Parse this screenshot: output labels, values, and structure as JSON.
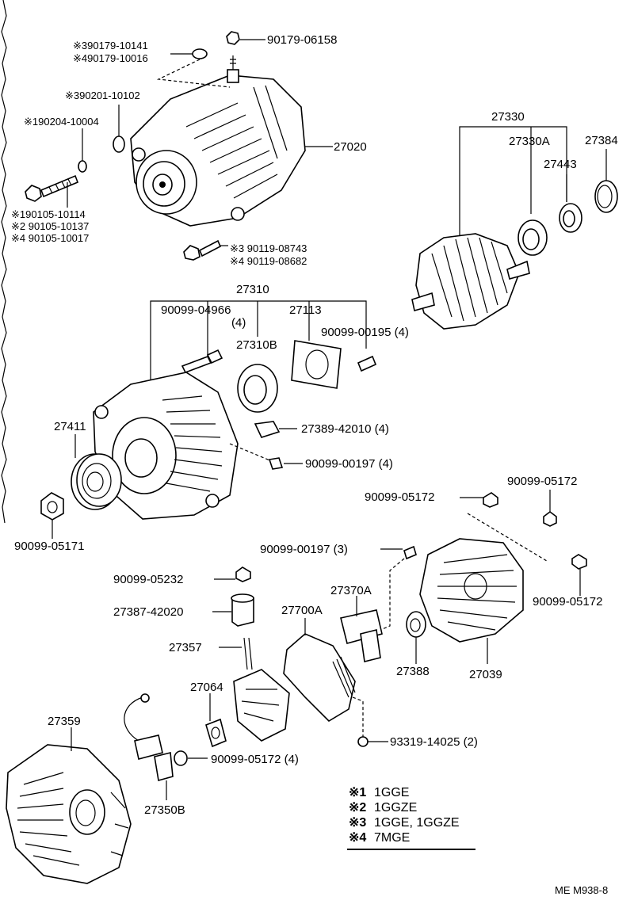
{
  "labels": {
    "p90179_06158": "90179-06158",
    "p90179_10141": "※390179-10141",
    "p90179_10016": "※490179-10016",
    "p90201_10102": "※390201-10102",
    "p90204_10004": "※190204-10004",
    "p27020": "27020",
    "p90105_10114": "※190105-10114",
    "p90105_10137": "※2 90105-10137",
    "p90105_10017": "※4 90105-10017",
    "p90119_08743": "※3 90119-08743",
    "p90119_08682": "※4 90119-08682",
    "p27330": "27330",
    "p27330A": "27330A",
    "p27384": "27384",
    "p27443": "27443",
    "p27310": "27310",
    "p90099_04966": "90099-04966",
    "p90099_04966_qty": "(4)",
    "p27113": "27113",
    "p90099_00195": "90099-00195 (4)",
    "p27310B": "27310B",
    "p27411": "27411",
    "p27389_42010": "27389-42010 (4)",
    "p90099_00197_4": "90099-00197 (4)",
    "p90099_05171": "90099-05171",
    "p90099_05172_a": "90099-05172",
    "p90099_05172_b": "90099-05172",
    "p90099_05172_c": "90099-05172",
    "p90099_00197_3": "90099-00197 (3)",
    "p90099_05232": "90099-05232",
    "p27387_42020": "27387-42020",
    "p27370A": "27370A",
    "p27700A": "27700A",
    "p27357": "27357",
    "p27388": "27388",
    "p27039": "27039",
    "p27064": "27064",
    "p27359": "27359",
    "p93319_14025": "93319-14025 (2)",
    "p90099_05172_4": "90099-05172 (4)",
    "p27350B": "27350B"
  },
  "legend": [
    {
      "mark": "※1",
      "text": "1GGE"
    },
    {
      "mark": "※2",
      "text": "1GGZE"
    },
    {
      "mark": "※3",
      "text": "1GGE,  1GGZE"
    },
    {
      "mark": "※4",
      "text": "7MGE"
    }
  ],
  "footer": "ME  M938-8",
  "colors": {
    "line": "#000000",
    "background": "#ffffff"
  }
}
